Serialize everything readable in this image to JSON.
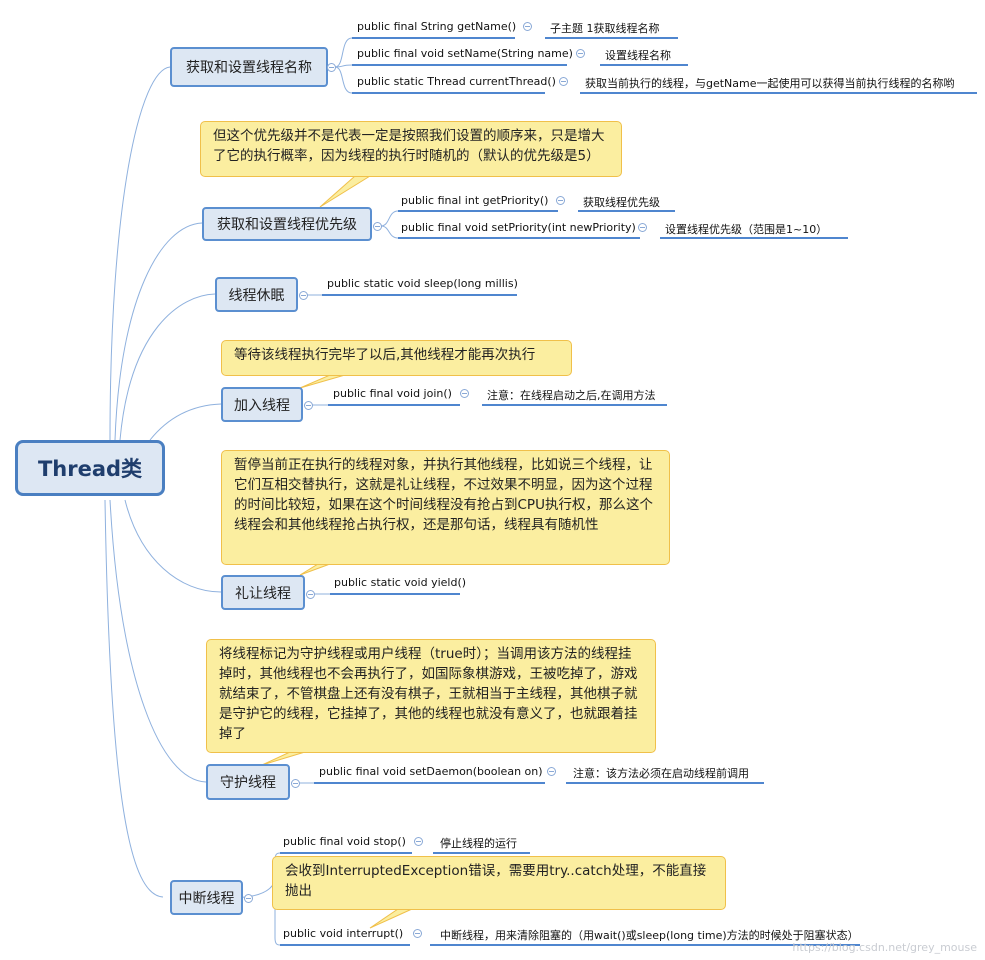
{
  "root": {
    "label": "Thread类"
  },
  "branches": [
    {
      "label": "获取和设置线程名称",
      "leaves": [
        {
          "method": "public final String getName()",
          "desc": "子主题 1获取线程名称"
        },
        {
          "method": "public final void setName(String name)",
          "desc": "设置线程名称"
        },
        {
          "method": "public static Thread currentThread()",
          "desc": "获取当前执行的线程，与getName一起使用可以获得当前执行线程的名称哟"
        }
      ]
    },
    {
      "label": "获取和设置线程优先级",
      "callout": "但这个优先级并不是代表一定是按照我们设置的顺序来，只是增大了它的执行概率，因为线程的执行时随机的（默认的优先级是5）",
      "leaves": [
        {
          "method": "public final int getPriority()",
          "desc": "获取线程优先级"
        },
        {
          "method": "public final void setPriority(int newPriority)",
          "desc": "设置线程优先级（范围是1~10）"
        }
      ]
    },
    {
      "label": "线程休眠",
      "leaves": [
        {
          "method": "public static void sleep(long millis)"
        }
      ]
    },
    {
      "label": "加入线程",
      "callout": "等待该线程执行完毕了以后,其他线程才能再次执行",
      "leaves": [
        {
          "method": "public final void join()",
          "desc": "注意：在线程启动之后,在调用方法"
        }
      ]
    },
    {
      "label": "礼让线程",
      "callout": "暂停当前正在执行的线程对象，并执行其他线程，比如说三个线程，让它们互相交替执行，这就是礼让线程，不过效果不明显，因为这个过程的时间比较短，如果在这个时间线程没有抢占到CPU执行权，那么这个线程会和其他线程抢占执行权，还是那句话，线程具有随机性",
      "leaves": [
        {
          "method": "public static void yield()"
        }
      ]
    },
    {
      "label": "守护线程",
      "callout": "将线程标记为守护线程或用户线程（true时）；当调用该方法的线程挂掉时，其他线程也不会再执行了，如国际象棋游戏，王被吃掉了，游戏就结束了，不管棋盘上还有没有棋子，王就相当于主线程，其他棋子就是守护它的线程，它挂掉了，其他的线程也就没有意义了，也就跟着挂掉了",
      "leaves": [
        {
          "method": "public final void setDaemon(boolean on)",
          "desc": "注意：该方法必须在启动线程前调用"
        }
      ]
    },
    {
      "label": "中断线程",
      "callout": "会收到InterruptedException错误，需要用try..catch处理，不能直接抛出",
      "leaves": [
        {
          "method": "public final void stop()",
          "desc": "停止线程的运行"
        },
        {
          "method": "public void interrupt()",
          "desc": "中断线程，用来清除阻塞的（用wait()或sleep(long time)方法的时候处于阻塞状态）"
        }
      ]
    }
  ],
  "watermark": "https://blog.csdn.net/grey_mouse",
  "colors": {
    "line": "#8fb1de",
    "underline": "#4f86cf",
    "callout_bg": "#fbeea0",
    "callout_border": "#f0c04a",
    "branch_bg": "#dde7f3"
  }
}
